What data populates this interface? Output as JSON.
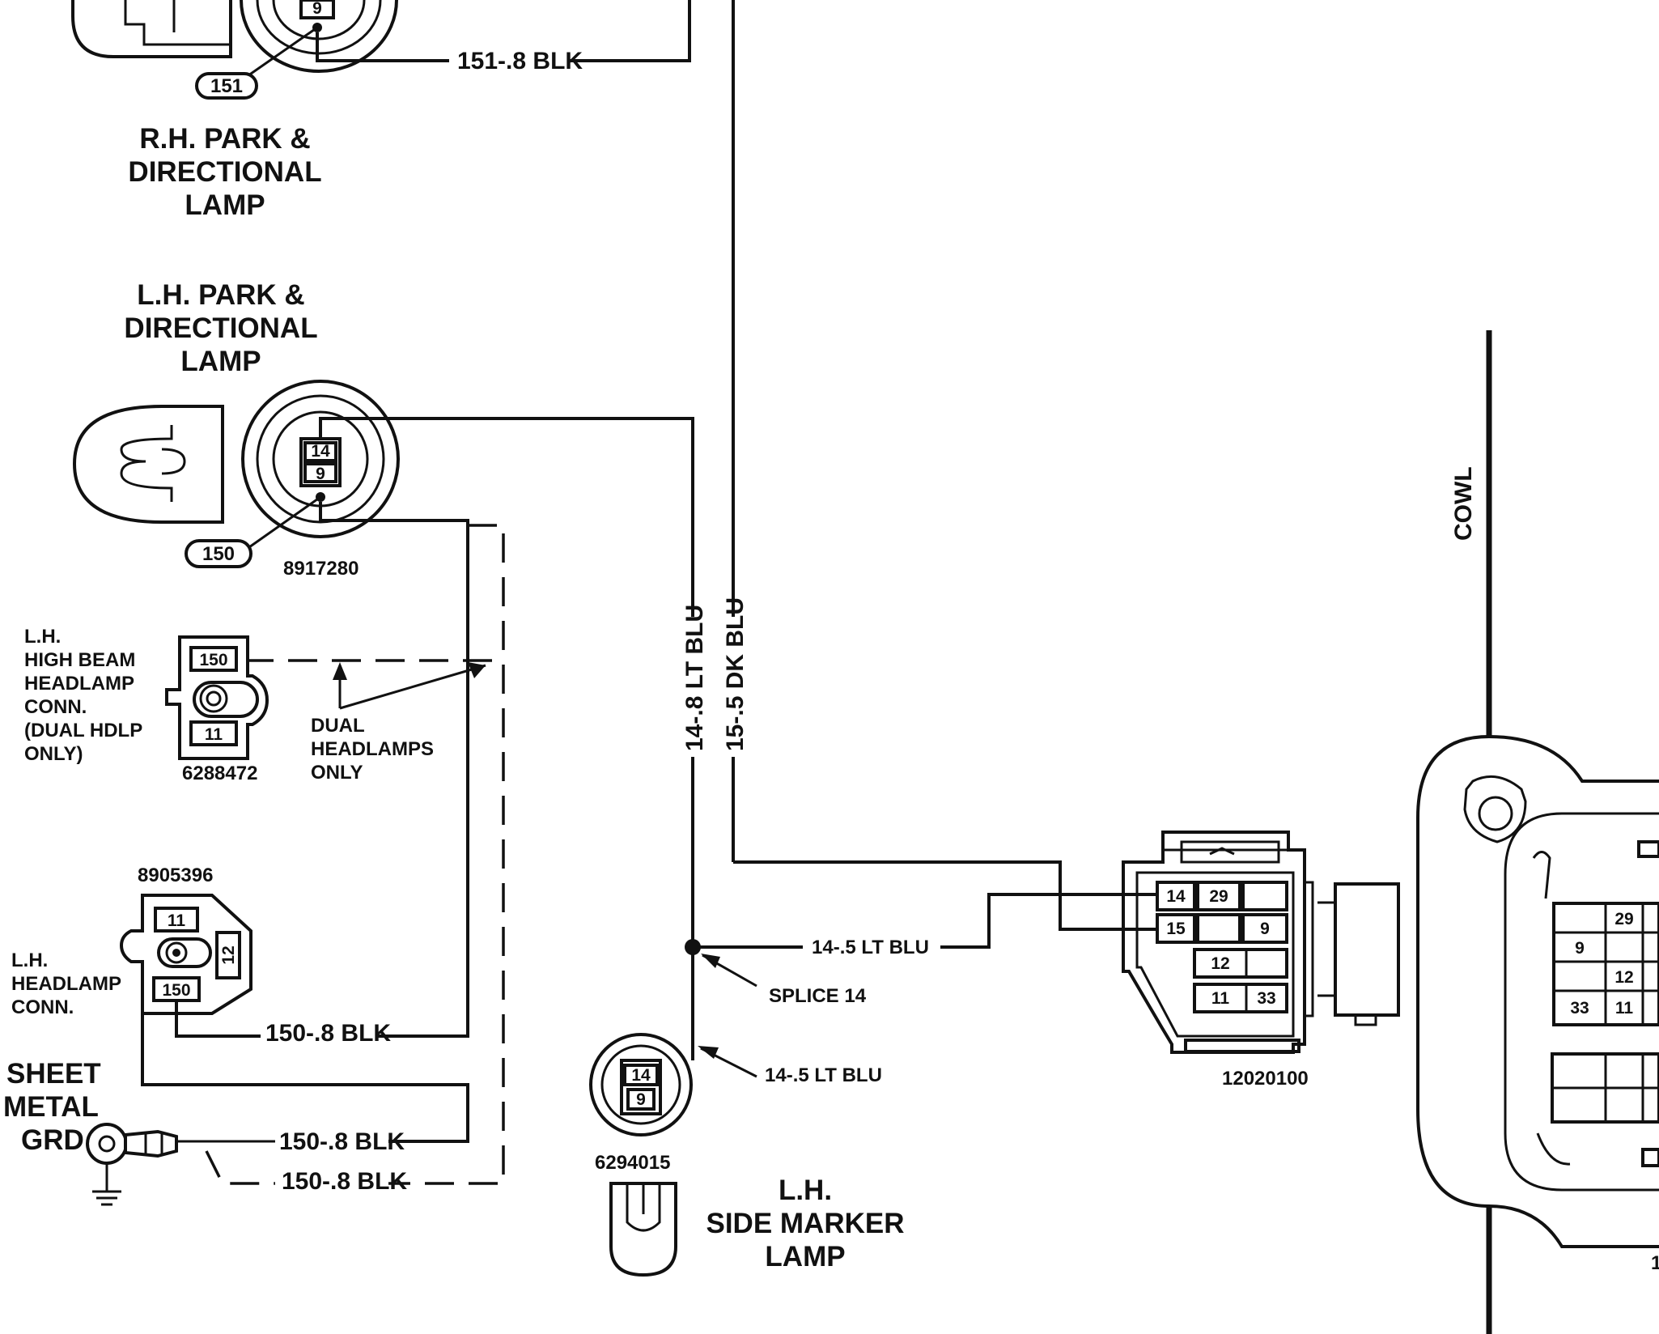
{
  "labels": {
    "rh_lamp": [
      "R.H. PARK &",
      "DIRECTIONAL",
      "LAMP"
    ],
    "lh_lamp": [
      "L.H. PARK &",
      "DIRECTIONAL",
      "LAMP"
    ],
    "lh_high_beam": [
      "L.H.",
      "HIGH BEAM",
      "HEADLAMP",
      "CONN.",
      "(DUAL HDLP",
      "ONLY)"
    ],
    "dual_headlamps": [
      "DUAL",
      "HEADLAMPS",
      "ONLY"
    ],
    "lh_headlamp": [
      "L.H.",
      "HEADLAMP",
      "CONN."
    ],
    "sheet_metal": [
      "SHEET",
      "METAL",
      "GRD"
    ],
    "side_marker": [
      "L.H.",
      "SIDE MARKER",
      "LAMP"
    ],
    "cowl": "COWL",
    "splice": "SPLICE 14"
  },
  "part_numbers": {
    "park_lamp_socket": "8917280",
    "high_beam_conn": "6288472",
    "headlamp_conn": "8905396",
    "side_marker_socket": "6294015",
    "bulkhead_conn": "12020100"
  },
  "circuit_tags": {
    "rh": "151",
    "lh": "150"
  },
  "wires": {
    "w151_blk": "151-.8 BLK",
    "w14_8_lt_blu": "14-.8 LT BLU",
    "w15_dk_blu": "15-.5 DK BLU",
    "w14_5_lt_blu_a": "14-.5 LT BLU",
    "w14_5_lt_blu_b": "14-.5 LT BLU",
    "w150_blk_a": "150-.8 BLK",
    "w150_blk_b": "150-.8 BLK",
    "w150_blk_c": "150-.8 BLK"
  },
  "pins": {
    "rh_socket": "9",
    "lh_socket": [
      "14",
      "9"
    ],
    "high_beam": [
      "150",
      "11"
    ],
    "headlamp": [
      "11",
      "12",
      "150"
    ],
    "side_marker": [
      "14",
      "9"
    ],
    "bulkhead": [
      "14",
      "29",
      "15",
      "9",
      "12",
      "11",
      "33"
    ],
    "fuse_block": [
      "29",
      "9",
      "12",
      "33",
      "11"
    ]
  },
  "edge_fragment": "1"
}
